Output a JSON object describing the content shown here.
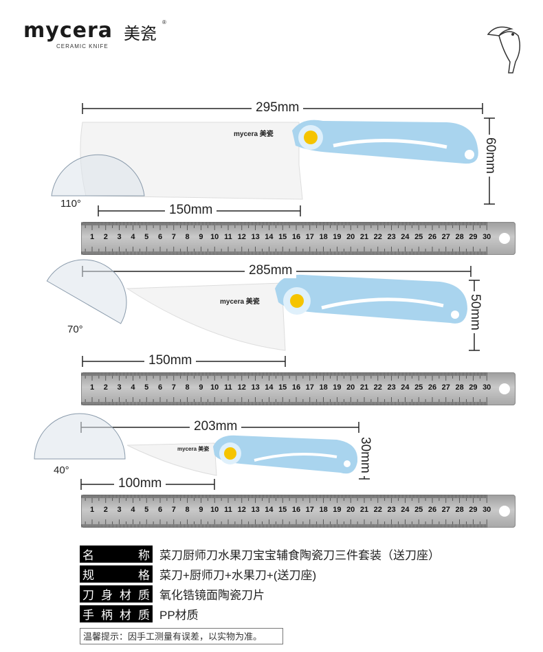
{
  "brand": {
    "name": "mycera",
    "subtitle": "CERAMIC KNIFE",
    "cn": "美瓷",
    "mark": "®"
  },
  "icons": {
    "bird": "toucan-icon"
  },
  "knives": [
    {
      "length": "295mm",
      "height": "60mm",
      "angle": "110°",
      "blade_length": "150mm",
      "blade_logo": "mycera 美瓷"
    },
    {
      "length": "285mm",
      "height": "50mm",
      "angle": "70°",
      "blade_length": "150mm",
      "blade_logo": "mycera 美瓷"
    },
    {
      "length": "203mm",
      "height": "30mm",
      "angle": "40°",
      "blade_length": "100mm",
      "blade_logo": "mycera 美瓷"
    }
  ],
  "ruler_numbers": [
    "1",
    "2",
    "3",
    "4",
    "5",
    "6",
    "7",
    "8",
    "9",
    "10",
    "11",
    "12",
    "13",
    "14",
    "15",
    "16",
    "17",
    "18",
    "19",
    "20",
    "21",
    "22",
    "23",
    "24",
    "25",
    "26",
    "27",
    "28",
    "29",
    "30"
  ],
  "specs": [
    {
      "label": [
        "名",
        "称"
      ],
      "value": "菜刀厨师刀水果刀宝宝辅食陶瓷刀三件套装（送刀座）"
    },
    {
      "label": [
        "规",
        "格"
      ],
      "value": "菜刀+厨师刀+水果刀+(送刀座)"
    },
    {
      "label": [
        "刀",
        "身",
        "材",
        "质"
      ],
      "value": "氧化锆镜面陶瓷刀片"
    },
    {
      "label": [
        "手",
        "柄",
        "材",
        "质"
      ],
      "value": "PP材质"
    }
  ],
  "note": "温馨提示：因手工测量有误差，以实物为准。",
  "colors": {
    "handle": "#a9d4ee",
    "button": "#f5c400",
    "ruler": "#b5b5b5"
  }
}
